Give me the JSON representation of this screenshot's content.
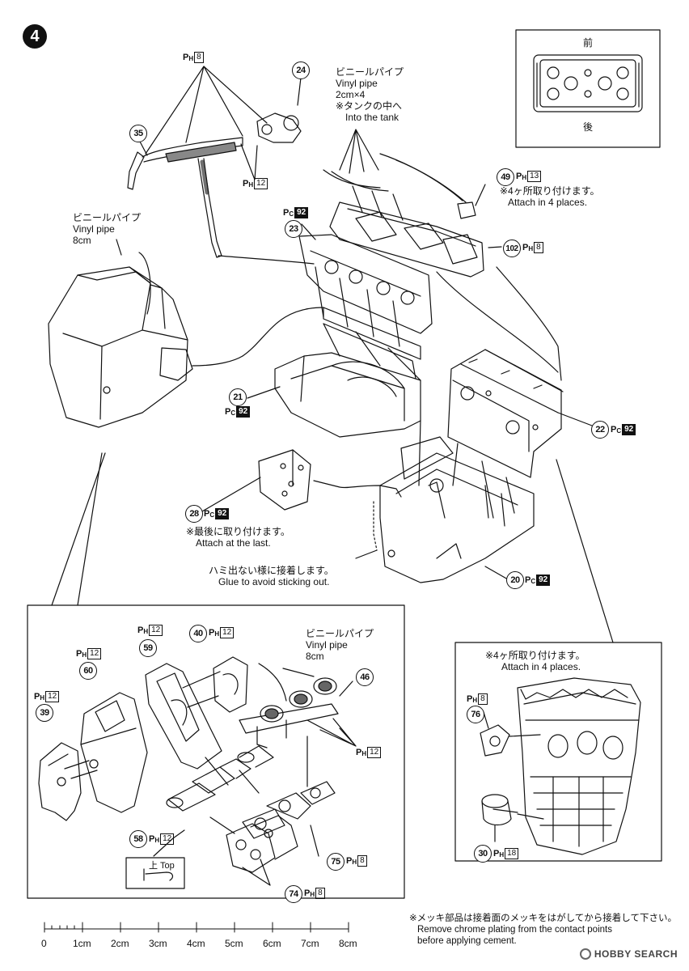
{
  "step": "4",
  "top_view": {
    "front": "前",
    "rear": "後"
  },
  "notes": {
    "vinyl_tank": [
      "ビニールパイプ",
      "Vinyl pipe",
      "2cm×4",
      "※タンクの中へ",
      "Into the tank"
    ],
    "vinyl_8cm_left": [
      "ビニールパイプ",
      "Vinyl pipe",
      "8cm"
    ],
    "attach4_top": [
      "※4ヶ所取り付けます。",
      "Attach in 4 places."
    ],
    "attach_last": [
      "※最後に取り付けます。",
      "Attach at the last."
    ],
    "glue": [
      "ハミ出ない様に接着します。",
      "Glue to avoid sticking out."
    ],
    "vinyl_8cm_carb": [
      "ビニールパイプ",
      "Vinyl pipe",
      "8cm"
    ],
    "attach4_inset": [
      "※4ヶ所取り付けます。",
      "Attach in 4 places."
    ],
    "top": "上 Top",
    "chrome": [
      "※メッキ部品は接着面のメッキをはがしてから接着して下さい。",
      "Remove chrome plating from the contact points",
      "before applying cement."
    ]
  },
  "parts": {
    "p8": "8",
    "p12": "12",
    "p13": "13",
    "p18": "18",
    "p92": "92",
    "n24": "24",
    "n35": "35",
    "n49": "49",
    "n102": "102",
    "n23": "23",
    "n21": "21",
    "n22": "22",
    "n28": "28",
    "n20": "20",
    "n40": "40",
    "n59": "59",
    "n60": "60",
    "n39": "39",
    "n46": "46",
    "n58": "58",
    "n75": "75",
    "n74": "74",
    "n76": "76",
    "n30": "30"
  },
  "prefix": {
    "ph": "P",
    "ph_sub": "H",
    "pc": "P",
    "pc_sub": "C"
  },
  "scale": [
    "0",
    "1cm",
    "2cm",
    "3cm",
    "4cm",
    "5cm",
    "6cm",
    "7cm",
    "8cm"
  ],
  "watermark": "HOBBY SEARCH"
}
